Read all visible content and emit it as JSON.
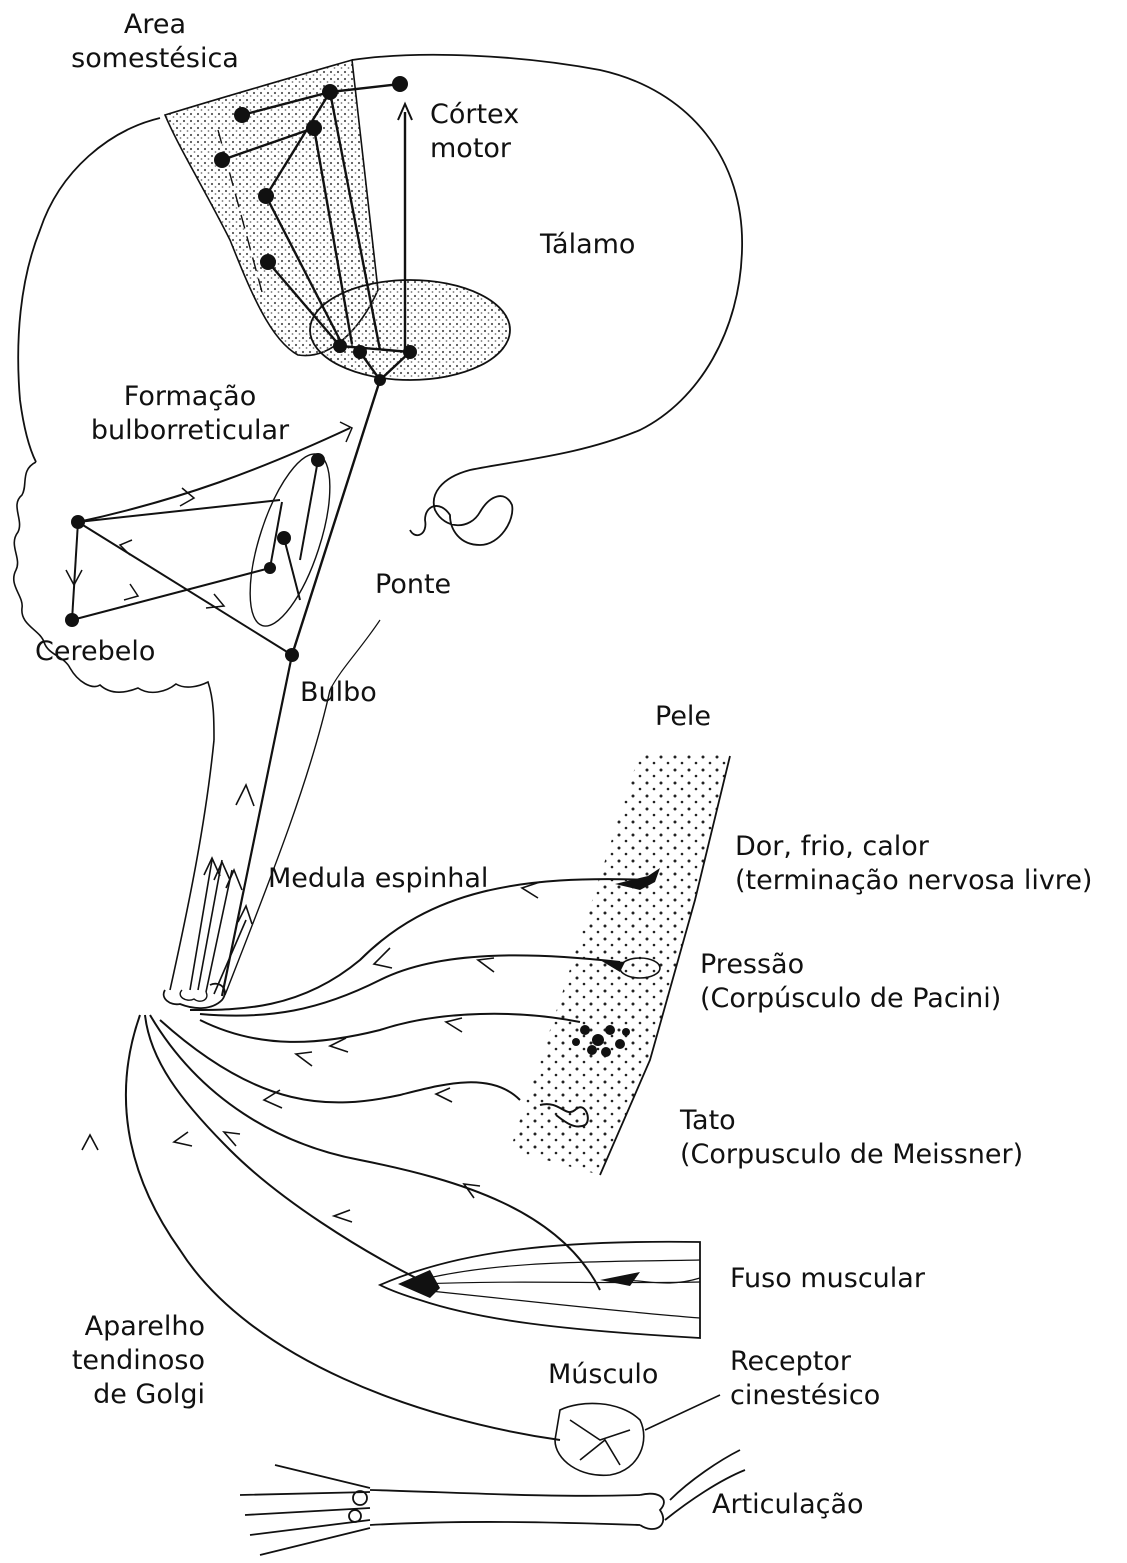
{
  "diagram": {
    "line_color": "#111111",
    "stipple_color": "#6a6a6a",
    "labels": {
      "area_somestesica": [
        "Area",
        "somestésica"
      ],
      "cortex_motor": [
        "Córtex",
        "motor"
      ],
      "talamo": "Tálamo",
      "formacao_bulborreticular": [
        "Formação",
        "bulborreticular"
      ],
      "cerebelo": "Cerebelo",
      "ponte": "Ponte",
      "bulbo": "Bulbo",
      "pele": "Pele",
      "medula_espinhal": "Medula espinhal",
      "dor_frio_calor": [
        "Dor, frio, calor",
        "(terminação nervosa livre)"
      ],
      "pressao": [
        "Pressão",
        "(Corpúsculo de Pacini)"
      ],
      "tato": [
        "Tato",
        "(Corpusculo de Meissner)"
      ],
      "fuso_muscular": "Fuso muscular",
      "aparelho_tendinoso": [
        "Aparelho",
        "tendinoso",
        "de Golgi"
      ],
      "musculo": "Músculo",
      "receptor_cinestesico": [
        "Receptor",
        "cinestésico"
      ],
      "articulacao": "Articulação"
    }
  }
}
